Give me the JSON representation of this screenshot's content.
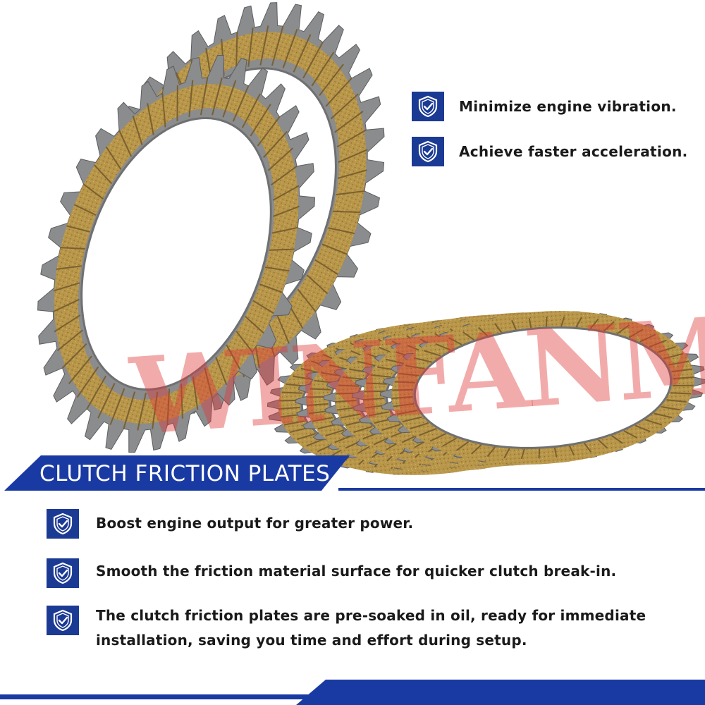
{
  "watermark": {
    "text": "WINFANMEI"
  },
  "top_features": [
    {
      "icon": "shield-check-icon",
      "text": "Minimize engine vibration."
    },
    {
      "icon": "shield-check-icon",
      "text": "Achieve faster acceleration."
    }
  ],
  "title": {
    "text": "CLUTCH FRICTION PLATES"
  },
  "bottom_features": [
    {
      "icon": "shield-check-icon",
      "text": "Boost engine output for greater power."
    },
    {
      "icon": "shield-check-icon",
      "text": "Smooth the friction material surface for quicker clutch break-in."
    },
    {
      "icon": "shield-check-icon",
      "text": "The clutch friction plates are pre-soaked in oil, ready for immediate installation, saving you time and effort during setup."
    }
  ],
  "colors": {
    "brand_blue": "#1a3aa3",
    "icon_blue": "#1b3a94",
    "friction": "#b8964a",
    "steel": "#8a8c8e",
    "watermark": "#e13737"
  }
}
